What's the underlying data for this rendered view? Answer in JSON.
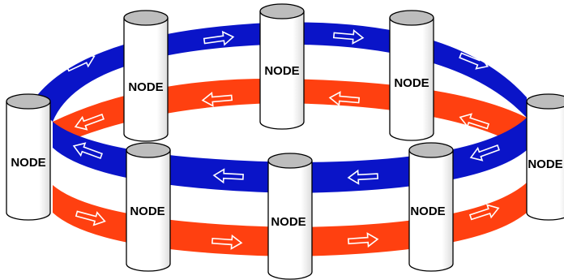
{
  "diagram": {
    "colors": {
      "blue_ring": "#0a14c8",
      "red_ring": "#ff4010",
      "node_fill": "#ffffff",
      "node_top": "#bdbdbd",
      "outline": "#000000",
      "arrow_outline": "#ffffff"
    },
    "nodes": [
      {
        "id": "back-left",
        "label": "NODE"
      },
      {
        "id": "back-center",
        "label": "NODE"
      },
      {
        "id": "back-right",
        "label": "NODE"
      },
      {
        "id": "left",
        "label": "NODE"
      },
      {
        "id": "right",
        "label": "NODE"
      },
      {
        "id": "front-left",
        "label": "NODE"
      },
      {
        "id": "front-center",
        "label": "NODE"
      },
      {
        "id": "front-right",
        "label": "NODE"
      }
    ],
    "rings": [
      {
        "name": "blue-ring",
        "flow": "clockwise"
      },
      {
        "name": "red-ring",
        "flow": "counterclockwise"
      }
    ]
  }
}
